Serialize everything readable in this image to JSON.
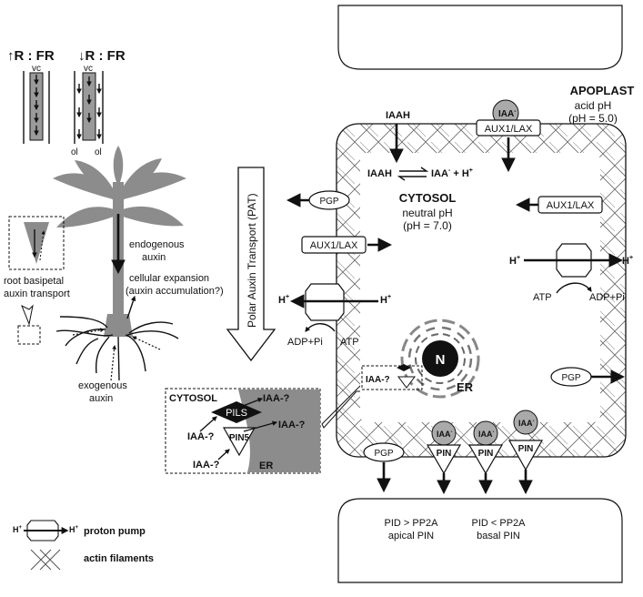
{
  "legend_top": {
    "high_r_fr": "↑R : FR",
    "low_r_fr": "↓R : FR",
    "vc_1": "vc",
    "vc_2": "vc",
    "ol_1": "ol",
    "ol_2": "ol"
  },
  "plant": {
    "root_basipetal": "root basipetal",
    "auxin_transport": "auxin transport",
    "endogenous": "endogenous",
    "endogenous_auxin": "auxin",
    "cellular_expansion": "cellular expansion",
    "auxin_accumulation": "(auxin accumulation?)",
    "exogenous": "exogenous",
    "exogenous_auxin": "auxin",
    "pat_label": "Polar Auxin Transport (PAT)"
  },
  "inset": {
    "cytosol": "CYTOSOL",
    "pils": "PILS",
    "pin5": "PIN5",
    "er": "ER",
    "iaa_q1": "IAA-?",
    "iaa_q2": "IAA-?",
    "iaa_q3": "IAA-?",
    "iaa_q4": "IAA-?"
  },
  "cell": {
    "apoplast": "APOPLAST",
    "acid_ph": "acid pH",
    "ph5": "(pH = 5.0)",
    "cytosol": "CYTOSOL",
    "neutral_ph": "neutral pH",
    "ph7": "(pH = 7.0)",
    "iaah_top": "IAAH",
    "iaah": "IAAH",
    "iaa_h": "IAA",
    "iaa_h_sup": "-",
    "iaa_h_tail": " + H",
    "iaa_h_tail_sup": "+",
    "iaa_top": "IAA",
    "iaa_top_sup": "-",
    "aux1_top": "AUX1/LAX",
    "aux1_right": "AUX1/LAX",
    "aux1_left": "AUX1/LAX",
    "pgp_left": "PGP",
    "pgp_right": "PGP",
    "pgp_bottom": "PGP",
    "h_plus": "H",
    "h_sup": "+",
    "atp_right": "ATP",
    "adp_right": "ADP+Pi",
    "atp_left": "ATP",
    "adp_left": "ADP+Pi",
    "nucleus": "N",
    "er": "ER",
    "iaa_q_er": "IAA-?",
    "pin": "PIN",
    "iaa_pin": "IAA",
    "iaa_pin_sup": "-",
    "pid_gt": "PID > PP2A",
    "apical_pin": "apical PIN",
    "pid_lt": "PID < PP2A",
    "basal_pin": "basal PIN"
  },
  "legend_bottom": {
    "h_plus": "H",
    "h_sup": "+",
    "proton_pump": "proton pump",
    "actin_filaments": "actin filaments"
  }
}
